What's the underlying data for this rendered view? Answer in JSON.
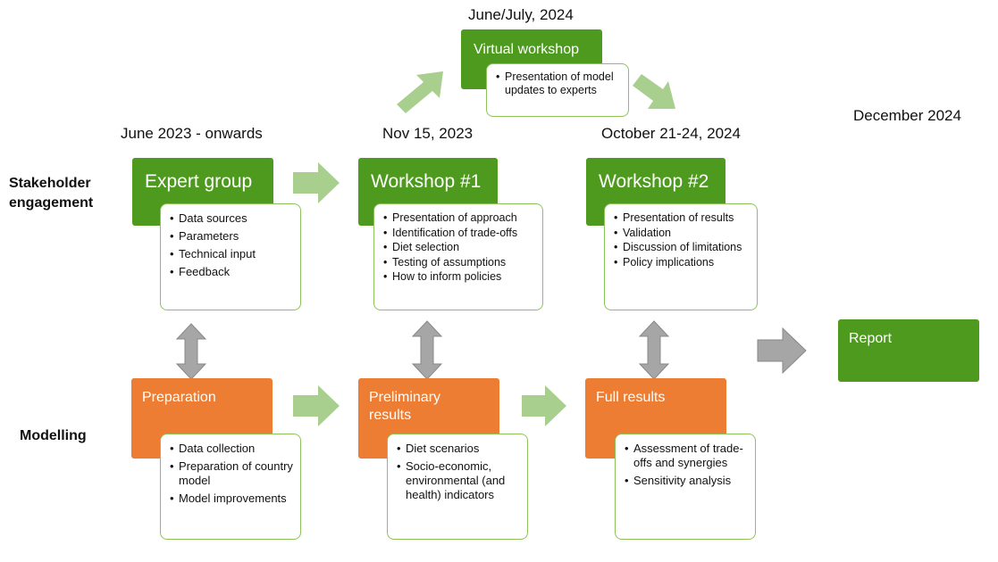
{
  "dates": {
    "top": "June/July, 2024",
    "col1": "June 2023 - onwards",
    "col2": "Nov 15, 2023",
    "col3": "October 21-24, 2024",
    "col4": "December 2024"
  },
  "rows": {
    "stakeholder": "Stakeholder engagement",
    "modelling": "Modelling"
  },
  "virtual_workshop": {
    "title": "Virtual workshop",
    "items": [
      "Presentation of model updates to experts"
    ]
  },
  "expert_group": {
    "title": "Expert group",
    "items": [
      "Data sources",
      "Parameters",
      "Technical input",
      "Feedback"
    ]
  },
  "workshop1": {
    "title": "Workshop #1",
    "items": [
      "Presentation of approach",
      "Identification of  trade-offs",
      "Diet selection",
      "Testing of assumptions",
      "How to inform policies"
    ]
  },
  "workshop2": {
    "title": "Workshop #2",
    "items": [
      "Presentation of results",
      "Validation",
      "Discussion of limitations",
      "Policy implications"
    ]
  },
  "preparation": {
    "title": "Preparation",
    "items": [
      "Data collection",
      "Preparation of country model",
      "Model improvements"
    ]
  },
  "preliminary": {
    "title": "Preliminary results",
    "items": [
      "Diet scenarios",
      "Socio-economic, environmental (and health) indicators"
    ]
  },
  "full_results": {
    "title": "Full results",
    "items": [
      "Assessment of trade-offs and synergies",
      "Sensitivity analysis"
    ]
  },
  "report": {
    "title": "Report"
  },
  "colors": {
    "green": "#4e9a1e",
    "orange": "#ec7d32",
    "light_green_arrow": "#a9cf8f",
    "grey_arrow": "#a6a6a6"
  }
}
